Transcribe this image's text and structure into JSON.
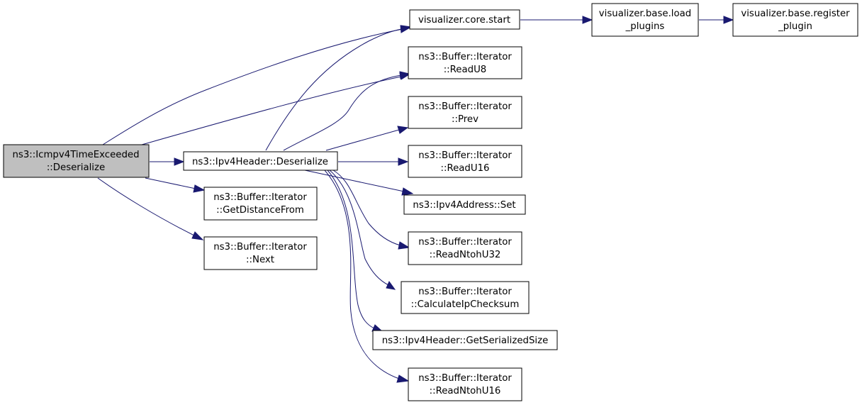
{
  "colors": {
    "edge": "#191970",
    "node_fill": "#ffffff",
    "root_fill": "#bfbfbf",
    "border": "#000000"
  },
  "nodes": {
    "root": {
      "line1": "ns3::Icmpv4TimeExceeded",
      "line2": "::Deserialize"
    },
    "ipv4_header_deserialize": {
      "line1": "ns3::Ipv4Header::Deserialize"
    },
    "get_distance_from": {
      "line1": "ns3::Buffer::Iterator",
      "line2": "::GetDistanceFrom"
    },
    "next": {
      "line1": "ns3::Buffer::Iterator",
      "line2": "::Next"
    },
    "visualizer_core_start": {
      "line1": "visualizer.core.start"
    },
    "visualizer_base_load_plugins": {
      "line1": "visualizer.base.load",
      "line2": "_plugins"
    },
    "visualizer_base_register_plugin": {
      "line1": "visualizer.base.register",
      "line2": "_plugin"
    },
    "read_u8": {
      "line1": "ns3::Buffer::Iterator",
      "line2": "::ReadU8"
    },
    "prev": {
      "line1": "ns3::Buffer::Iterator",
      "line2": "::Prev"
    },
    "read_u16": {
      "line1": "ns3::Buffer::Iterator",
      "line2": "::ReadU16"
    },
    "ipv4_address_set": {
      "line1": "ns3::Ipv4Address::Set"
    },
    "read_ntoh_u32": {
      "line1": "ns3::Buffer::Iterator",
      "line2": "::ReadNtohU32"
    },
    "calculate_ip_checksum": {
      "line1": "ns3::Buffer::Iterator",
      "line2": "::CalculateIpChecksum"
    },
    "get_serialized_size": {
      "line1": "ns3::Ipv4Header::GetSerializedSize"
    },
    "read_ntoh_u16": {
      "line1": "ns3::Buffer::Iterator",
      "line2": "::ReadNtohU16"
    }
  },
  "edges": [
    [
      "root",
      "visualizer_core_start"
    ],
    [
      "root",
      "read_u8"
    ],
    [
      "root",
      "ipv4_header_deserialize"
    ],
    [
      "root",
      "get_distance_from"
    ],
    [
      "root",
      "next"
    ],
    [
      "ipv4_header_deserialize",
      "visualizer_core_start"
    ],
    [
      "ipv4_header_deserialize",
      "read_u8"
    ],
    [
      "ipv4_header_deserialize",
      "prev"
    ],
    [
      "ipv4_header_deserialize",
      "read_u16"
    ],
    [
      "ipv4_header_deserialize",
      "ipv4_address_set"
    ],
    [
      "ipv4_header_deserialize",
      "read_ntoh_u32"
    ],
    [
      "ipv4_header_deserialize",
      "calculate_ip_checksum"
    ],
    [
      "ipv4_header_deserialize",
      "get_serialized_size"
    ],
    [
      "ipv4_header_deserialize",
      "read_ntoh_u16"
    ],
    [
      "visualizer_core_start",
      "visualizer_base_load_plugins"
    ],
    [
      "visualizer_base_load_plugins",
      "visualizer_base_register_plugin"
    ]
  ]
}
